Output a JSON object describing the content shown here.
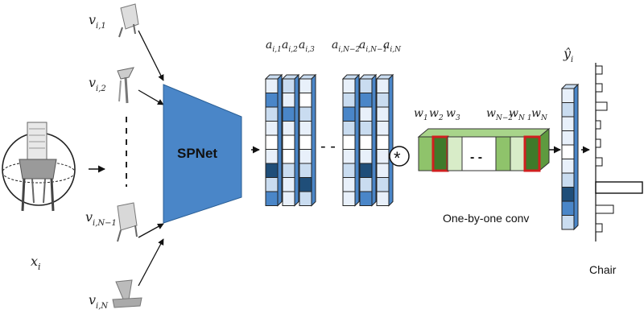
{
  "input": {
    "x_label": "x",
    "x_sub": "i"
  },
  "views": [
    {
      "base": "v",
      "sub": "i,1"
    },
    {
      "base": "v",
      "sub": "i,2"
    },
    {
      "base": "v",
      "sub": "i,N−1"
    },
    {
      "base": "v",
      "sub": "i,N"
    }
  ],
  "network": {
    "label": "SPNet"
  },
  "feature_labels": {
    "a1": "a",
    "a1_sub": "i,1",
    "a2": "a",
    "a2_sub": "i,2",
    "a3": "a",
    "a3_sub": "i,3",
    "aN2": "a",
    "aN2_sub": "i,N−2",
    "aN1": "a",
    "aN1_sub": "i,N−1",
    "aN": "a",
    "aN_sub": "i,N"
  },
  "weight_labels": {
    "w1": "w",
    "w1_sub": "1",
    "w2": "w",
    "w2_sub": "2",
    "w3": "w",
    "w3_sub": "3",
    "wN2": "w",
    "wN2_sub": "N−2",
    "wN1": "w",
    "wN1_sub": "N",
    "wN1_extra": "1",
    "wN": "w",
    "wN_sub": "N"
  },
  "operator": "*",
  "ellipsis": "- -",
  "conv_label": "One-by-one conv",
  "output": {
    "y_label": "ŷ",
    "y_sub": "i"
  },
  "class_label": "Chair",
  "colors": {
    "spnet": "#4a86c8",
    "dark_blue": "#1f4e79",
    "mid_blue": "#4a86c8",
    "light_blue": "#c9dcf0",
    "pale_blue": "#e8f0fa",
    "green": "#8fc36b",
    "dark_green": "#3f7a2a",
    "red_outline": "#d11f1f"
  }
}
